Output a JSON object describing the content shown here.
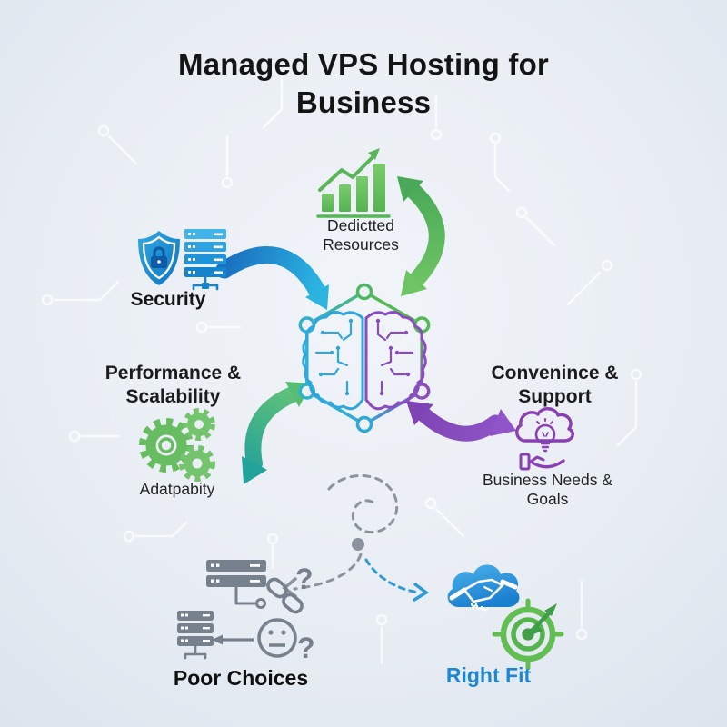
{
  "title": "Managed VPS Hosting for Business",
  "sections": {
    "dedicated_resources": {
      "label": "Dedictted Resources"
    },
    "security": {
      "label": "Security"
    },
    "performance": {
      "heading": "Performance & Scalability",
      "label": "Adatpabity"
    },
    "convenience": {
      "heading": "Convenince & Support",
      "label": "Business Needs & Goals"
    },
    "poor_choices": {
      "label": "Poor Choices",
      "question_mark": "?"
    },
    "right_fit": {
      "label": "Right Fit"
    }
  },
  "colors": {
    "background": "#e9eef4",
    "title_text": "#141414",
    "blue": "#2196d6",
    "green": "#5cb85c",
    "teal": "#2aa198",
    "purple": "#8a4fc0",
    "gray": "#77818d",
    "right_fit_text": "#1d87d3"
  }
}
